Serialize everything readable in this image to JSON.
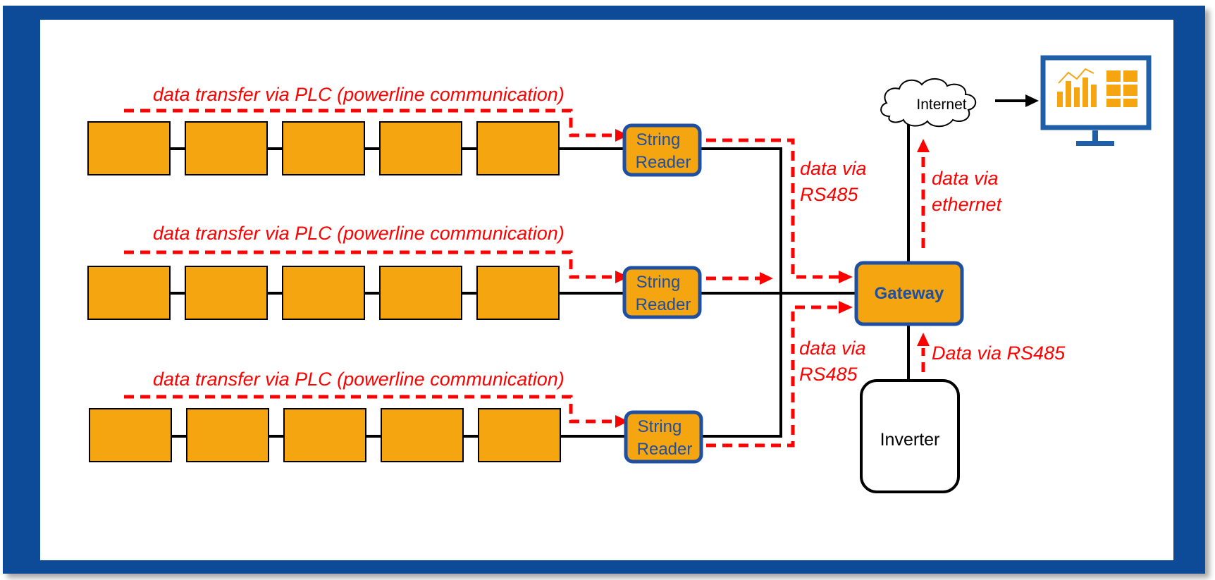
{
  "colors": {
    "frame": "#0e4c99",
    "panel": "#f5a50f",
    "device_border": "#1f4fa0",
    "data_flow": "#ff0000"
  },
  "labels": {
    "plc_row1": "data transfer via PLC (powerline communication)",
    "plc_row2": "data transfer via PLC (powerline communication)",
    "plc_row3": "data transfer via PLC (powerline communication)",
    "rs485_top_line1": "data via",
    "rs485_top_line2": "RS485",
    "rs485_bottom_line1": "data via",
    "rs485_bottom_line2": "RS485",
    "ethernet_line1": "data via",
    "ethernet_line2": "ethernet",
    "inverter_data": "Data via RS485"
  },
  "devices": {
    "string_reader_line1": "String",
    "string_reader_line2": "Reader",
    "gateway": "Gateway",
    "inverter": "Inverter",
    "internet": "Internet"
  },
  "icons": {
    "monitor": "monitor-dashboard-icon",
    "cloud": "cloud-icon"
  }
}
